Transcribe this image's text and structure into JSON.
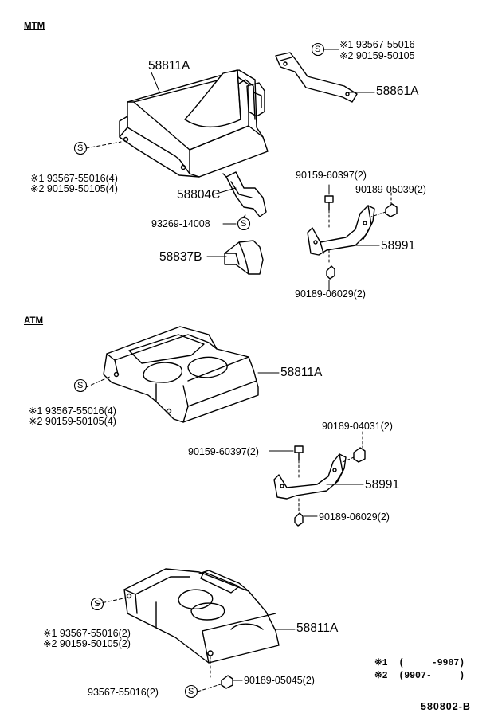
{
  "sections": {
    "mtm": "MTM",
    "atm": "ATM"
  },
  "labels": {
    "mtm_note1": "※1  93567-55016",
    "mtm_note2": "※2  90159-50105",
    "mtm_58811a": "58811A",
    "mtm_58861a": "58861A",
    "mtm_screw1": "※1  93567-55016(4)",
    "mtm_screw2": "※2  90159-50105(4)",
    "mtm_58804c": "58804C",
    "mtm_93269": "93269-14008",
    "mtm_58837b": "58837B",
    "mtm_90159_60397": "90159-60397(2)",
    "mtm_90189_05039": "90189-05039(2)",
    "mtm_58991": "58991",
    "mtm_90189_06029": "90189-06029(2)",
    "atm_58811a": "58811A",
    "atm_screw1": "※1  93567-55016(4)",
    "atm_screw2": "※2  90159-50105(4)",
    "atm_90189_04031": "90189-04031(2)",
    "atm_90159_60397": "90159-60397(2)",
    "atm_58991": "58991",
    "atm_90189_06029": "90189-06029(2)",
    "rear_screw1": "※1  93567-55016(2)",
    "rear_screw2": "※2  90159-50105(2)",
    "rear_58811a": "58811A",
    "rear_93567": "93567-55016(2)",
    "rear_90189_05045": "90189-05045(2)",
    "legend1": "※1  (     -9907)",
    "legend2": "※2  (9907-     )",
    "diagram_code": "580802-B"
  },
  "callout_symbol": "S"
}
